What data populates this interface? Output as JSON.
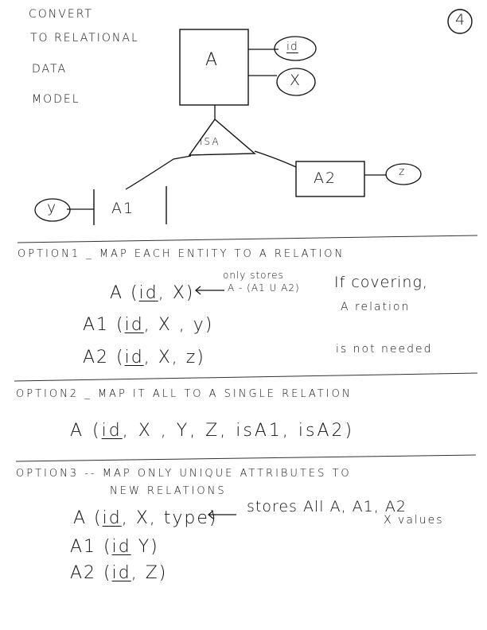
{
  "page_number": "4",
  "title_lines": [
    "CONVERT",
    "TO RELATIONAL",
    "DATA",
    "MODEL"
  ],
  "diagram": {
    "entity_a": "A",
    "attr_a_id": "id",
    "attr_a_x": "X",
    "isa_label": "ISA",
    "entity_a1": "A1",
    "attr_a1_y": "y",
    "entity_a2": "A2",
    "attr_a2_z": "z"
  },
  "option1": {
    "heading": "OPTION1 _ MAP EACH ENTITY TO A RELATION",
    "rel_a_name": "A (",
    "rel_a_key": "id",
    "rel_a_rest": ", X)",
    "note_top": "only stores",
    "note_bottom": "A - (A1 U A2)",
    "rel_a1_name": "A1 (",
    "rel_a1_key": "id",
    "rel_a1_rest": ", X , y)",
    "rel_a2_name": "A2 (",
    "rel_a2_key": "id",
    "rel_a2_rest": ", X, z)",
    "side_note_1": "If covering,",
    "side_note_2": "A relation",
    "side_note_3": "is not needed"
  },
  "option2": {
    "heading": "OPTION2 _ MAP IT ALL TO A SINGLE RELATION",
    "rel_name": "A (",
    "rel_key": "id",
    "rel_rest": ", X , Y, Z, isA1, isA2)"
  },
  "option3": {
    "heading_line1": "OPTION3 -- MAP ONLY UNIQUE ATTRIBUTES TO",
    "heading_line2": "NEW RELATIONS",
    "rel_a_name": "A (",
    "rel_a_key": "id",
    "rel_a_rest": ", X, type)",
    "arrow_note_1": "stores All A, A1, A2",
    "arrow_note_2": "X values",
    "rel_a1_name": "A1 (",
    "rel_a1_key": "id",
    "rel_a1_rest": " Y)",
    "rel_a2_name": "A2 (",
    "rel_a2_key": "id",
    "rel_a2_rest": ", Z)"
  }
}
